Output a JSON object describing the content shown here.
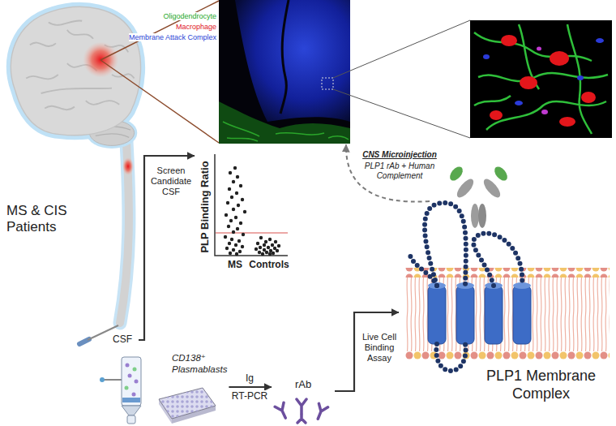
{
  "diagram": {
    "nodes": [
      {
        "text": [
          "Oligodendrocyte",
          "Macrophage",
          "Membrane Attack Complex"
        ]
      },
      {
        "text": [
          "PLP Binding Ratio",
          "MS",
          "Controls"
        ]
      },
      {
        "text": [
          "CSF"
        ]
      },
      {
        "text": [
          "CD138⁺ Plasmablasts"
        ]
      },
      {
        "text": [
          "rAb"
        ]
      },
      {
        "text": [
          "PLP1 Membrane Complex"
        ]
      }
    ],
    "edges": [
      {
        "from": 2,
        "to": 1,
        "arrow": "to",
        "label": "Screen Candidate CSF"
      },
      {
        "from": 3,
        "to": 4,
        "arrow": "to",
        "label": "Ig"
      },
      {
        "from": 4,
        "to": 5,
        "arrow": "to",
        "label": "Live Cell Binding Assay"
      },
      {
        "from": 5,
        "to": 0,
        "arrow": "to",
        "label": "CNS Microinjection"
      }
    ],
    "labels": [
      "MS & CIS Patients",
      "RT-PCR",
      "PLP1 rAb + Human Complement"
    ]
  }
}
